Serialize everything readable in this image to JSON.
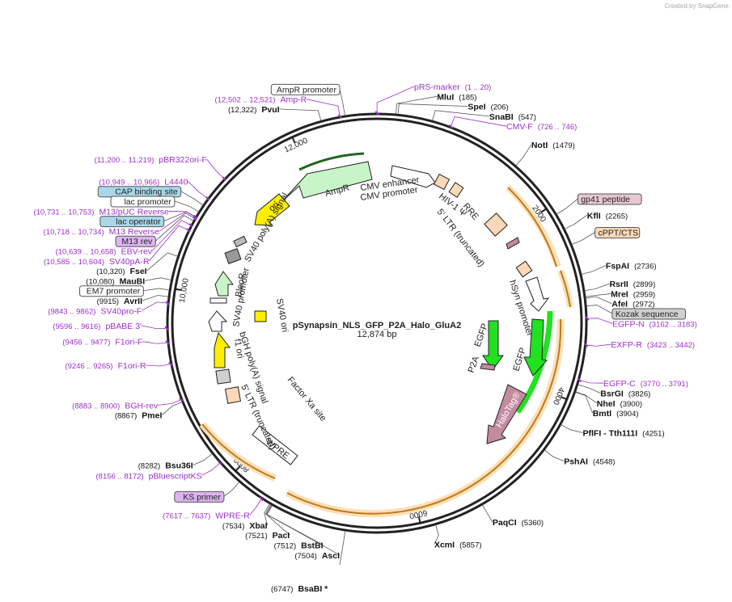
{
  "header": {
    "credit_prefix": "Created by",
    "credit_brand": "SnapGene"
  },
  "plasmid": {
    "name": "pSynapsin_NLS_GFP_P2A_Halo_GluA2",
    "size_label": "12,874 bp",
    "length": 12874
  },
  "colors": {
    "feature_purple": "#9b30c9",
    "orange_band": "#f7c98a",
    "arrow_orange": "#c07a1a",
    "green": "#22e022",
    "light_green": "#c8f5c8",
    "yellow": "#ffee00",
    "mauve": "#c48aa0",
    "peach": "#fbd8b8"
  },
  "ticks": [
    {
      "pos": 2000,
      "label": "2000"
    },
    {
      "pos": 4000,
      "label": "4000"
    },
    {
      "pos": 6000,
      "label": "6000"
    },
    {
      "pos": 8000,
      "label": "8000"
    },
    {
      "pos": 10000,
      "label": "10,000"
    },
    {
      "pos": 12000,
      "label": "12,000"
    }
  ],
  "sites": [
    {
      "pos": 1,
      "label": "pRS-marker",
      "range": "(1 .. 20)",
      "kind": "primer"
    },
    {
      "pos": 185,
      "label": "MluI",
      "num": "(185)",
      "kind": "enzyme"
    },
    {
      "pos": 206,
      "label": "SpeI",
      "num": "(206)",
      "kind": "enzyme"
    },
    {
      "pos": 547,
      "label": "SnaBI",
      "num": "(547)",
      "kind": "enzyme"
    },
    {
      "pos": 736,
      "label": "CMV-F",
      "range": "(726 .. 746)",
      "kind": "primer"
    },
    {
      "pos": 1479,
      "label": "NotI",
      "num": "(1479)",
      "kind": "enzyme"
    },
    {
      "pos": 2100,
      "label": "gp41 peptide",
      "kind": "boxed",
      "box": "#e8c8d0"
    },
    {
      "pos": 2265,
      "label": "KflI",
      "num": "(2265)",
      "kind": "enzyme"
    },
    {
      "pos": 2430,
      "label": "cPPT/CTS",
      "kind": "boxed",
      "box": "#fbd8b8"
    },
    {
      "pos": 2736,
      "label": "FspAI",
      "num": "(2736)",
      "kind": "enzyme"
    },
    {
      "pos": 2899,
      "label": "RsrII",
      "num": "(2899)",
      "kind": "enzyme"
    },
    {
      "pos": 2959,
      "label": "MreI",
      "num": "(2959)",
      "kind": "enzyme"
    },
    {
      "pos": 2972,
      "label": "AfeI",
      "num": "(2972)",
      "kind": "enzyme"
    },
    {
      "pos": 3050,
      "label": "Kozak sequence",
      "kind": "boxed",
      "box": "#d0d0d0"
    },
    {
      "pos": 3172,
      "label": "EGFP-N",
      "range": "(3162 .. 3183)",
      "kind": "primer"
    },
    {
      "pos": 3432,
      "label": "EXFP-R",
      "range": "(3423 .. 3442)",
      "kind": "primer"
    },
    {
      "pos": 3780,
      "label": "EGFP-C",
      "range": "(3770 .. 3791)",
      "kind": "primer"
    },
    {
      "pos": 3826,
      "label": "BsrGI",
      "num": "(3826)",
      "kind": "enzyme"
    },
    {
      "pos": 3900,
      "label": "NheI",
      "num": "(3900)",
      "kind": "enzyme"
    },
    {
      "pos": 3904,
      "label": "BmtI",
      "num": "(3904)",
      "kind": "enzyme"
    },
    {
      "pos": 4251,
      "label": "PflFI",
      "label2": "Tth111I",
      "num": "(4251)",
      "kind": "enzyme"
    },
    {
      "pos": 4548,
      "label": "PshAI",
      "num": "(4548)",
      "kind": "enzyme"
    },
    {
      "pos": 5360,
      "label": "PaqCI",
      "num": "(5360)",
      "kind": "enzyme"
    },
    {
      "pos": 5857,
      "label": "XcmI",
      "num": "(5857)",
      "kind": "enzyme"
    },
    {
      "pos": 6747,
      "label": "BsaBI",
      "num": "(6747)",
      "kind": "enzyme",
      "star": "*"
    },
    {
      "pos": 7504,
      "label": "AscI",
      "num": "(7504)",
      "kind": "enzyme"
    },
    {
      "pos": 7512,
      "label": "BstBI",
      "num": "(7512)",
      "kind": "enzyme"
    },
    {
      "pos": 7521,
      "label": "PacI",
      "num": "(7521)",
      "kind": "enzyme"
    },
    {
      "pos": 7534,
      "label": "XbaI",
      "num": "(7534)",
      "kind": "enzyme"
    },
    {
      "pos": 7627,
      "label": "WPRE-R",
      "range": "(7617 .. 7637)",
      "kind": "primer"
    },
    {
      "pos": 7900,
      "label": "KS primer",
      "kind": "boxed",
      "box": "#dcb4f0"
    },
    {
      "pos": 8164,
      "label": "pBluescriptKS",
      "range": "(8156 .. 8172)",
      "kind": "primer"
    },
    {
      "pos": 8282,
      "label": "Bsu36I",
      "num": "(8282)",
      "kind": "enzyme"
    },
    {
      "pos": 8867,
      "label": "PmeI",
      "num": "(8867)",
      "kind": "enzyme"
    },
    {
      "pos": 8891,
      "label": "BGH-rev",
      "range": "(8883 .. 8900)",
      "kind": "primer"
    },
    {
      "pos": 9255,
      "label": "F1ori-R",
      "range": "(9246 .. 9265)",
      "kind": "primer"
    },
    {
      "pos": 9466,
      "label": "F1ori-F",
      "range": "(9456 .. 9477)",
      "kind": "primer"
    },
    {
      "pos": 9606,
      "label": "pBABE 3'",
      "range": "(9596 .. 9616)",
      "kind": "primer"
    },
    {
      "pos": 9852,
      "label": "SV40pro-F",
      "range": "(9843 .. 9862)",
      "kind": "primer"
    },
    {
      "pos": 9915,
      "label": "AvrII",
      "num": "(9915)",
      "kind": "enzyme"
    },
    {
      "pos": 9980,
      "label": "EM7 promoter",
      "kind": "boxed",
      "box": "#ffffff"
    },
    {
      "pos": 10080,
      "label": "MauBI",
      "num": "(10,080)",
      "kind": "enzyme"
    },
    {
      "pos": 10320,
      "label": "FseI",
      "num": "(10,320)",
      "kind": "enzyme"
    },
    {
      "pos": 10595,
      "label": "SV40pA-R",
      "range": "(10,585 .. 10,604)",
      "kind": "primer"
    },
    {
      "pos": 10649,
      "label": "EBV-rev",
      "range": "(10,639 .. 10,658)",
      "kind": "primer"
    },
    {
      "pos": 10700,
      "label": "M13 rev",
      "kind": "boxed",
      "box": "#dcb4f0"
    },
    {
      "pos": 10726,
      "label": "M13 Reverse",
      "range": "(10,718 .. 10,734)",
      "kind": "primer"
    },
    {
      "pos": 10740,
      "label": "lac operator",
      "kind": "boxed",
      "box": "#a8d8e8"
    },
    {
      "pos": 10742,
      "label": "M13/pUC Reverse",
      "range": "(10,731 .. 10,753)",
      "kind": "primer"
    },
    {
      "pos": 10800,
      "label": "lac promoter",
      "kind": "boxed",
      "box": "#ffffff"
    },
    {
      "pos": 10880,
      "label": "CAP binding site",
      "kind": "boxed",
      "box": "#a8d8e8"
    },
    {
      "pos": 10958,
      "label": "L4440",
      "range": "(10,949 .. 10,966)",
      "kind": "primer"
    },
    {
      "pos": 11210,
      "label": "pBR322ori-F",
      "range": "(11,200 .. 11,219)",
      "kind": "primer"
    },
    {
      "pos": 12322,
      "label": "PvuI",
      "num": "(12,322)",
      "kind": "enzyme"
    },
    {
      "pos": 12512,
      "label": "Amp-R",
      "range": "(12,502 .. 12,521)",
      "kind": "primer"
    },
    {
      "pos": 12560,
      "label": "AmpR promoter",
      "kind": "boxed",
      "box": "#ffffff"
    }
  ],
  "features": [
    {
      "label": "CMV enhancer",
      "start": 12874,
      "end": 12874,
      "kind": "inner"
    },
    {
      "label": "CMV promoter",
      "kind": "inner"
    },
    {
      "label": "HIV-1 Ψ",
      "kind": "inner"
    },
    {
      "label": "RRE",
      "kind": "inner"
    },
    {
      "label": "5' LTR (truncated)",
      "kind": "inner"
    },
    {
      "label": "hSyn promoter",
      "kind": "inner"
    },
    {
      "label": "EGFP",
      "kind": "inner"
    },
    {
      "label": "P2A",
      "kind": "inner"
    },
    {
      "label": "EGFP",
      "kind": "inner"
    },
    {
      "label": "HaloTag®",
      "kind": "inner"
    },
    {
      "label": "Factor Xa site",
      "kind": "inner"
    },
    {
      "label": "WPRE",
      "kind": "inner"
    },
    {
      "label": "5' LTR (truncated)",
      "kind": "inner"
    },
    {
      "label": "bGH poly(A) signal",
      "kind": "inner"
    },
    {
      "label": "f1 ori",
      "kind": "inner"
    },
    {
      "label": "SV40 promoter",
      "kind": "inner"
    },
    {
      "label": "BleoR",
      "kind": "inner"
    },
    {
      "label": "SV40 ori",
      "kind": "inner"
    },
    {
      "label": "SV40 poly(A) signal",
      "kind": "inner"
    },
    {
      "label": "ori",
      "kind": "inner"
    },
    {
      "label": "AmpR",
      "kind": "inner"
    }
  ]
}
